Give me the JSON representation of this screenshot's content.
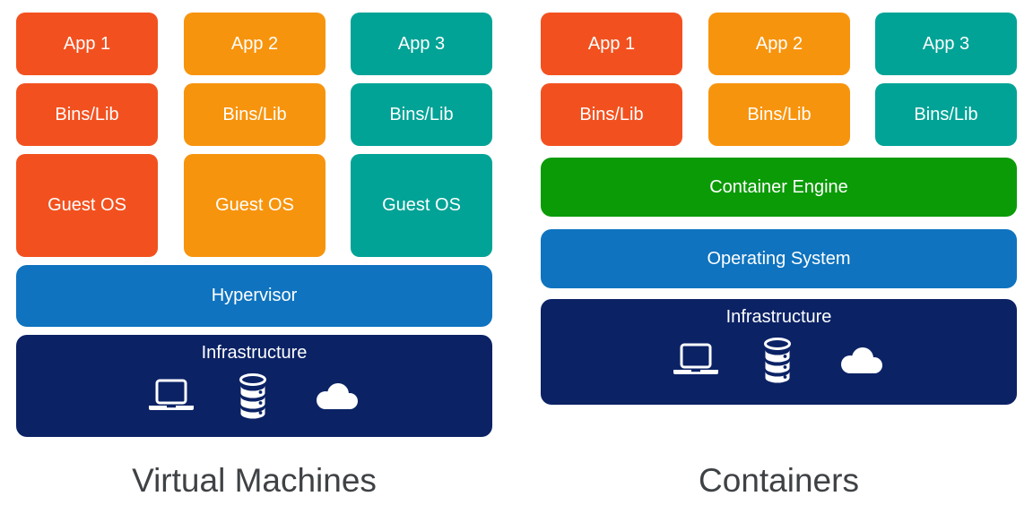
{
  "palette": {
    "red_orange": "#F2511F",
    "orange": "#F7940D",
    "teal": "#00A396",
    "blue": "#0F73BF",
    "navy": "#0B2265",
    "green": "#0B9B07",
    "box_text": "#FFFFFF",
    "caption_text": "#3F4245",
    "background": "#FFFFFF"
  },
  "vm_stack": {
    "caption": "Virtual Machines",
    "columns": [
      {
        "app": "App 1",
        "bins": "Bins/Lib",
        "guest_os": "Guest OS",
        "color": "#F2511F"
      },
      {
        "app": "App 2",
        "bins": "Bins/Lib",
        "guest_os": "Guest OS",
        "color": "#F7940D"
      },
      {
        "app": "App 3",
        "bins": "Bins/Lib",
        "guest_os": "Guest OS",
        "color": "#00A396"
      }
    ],
    "hypervisor_label": "Hypervisor",
    "infrastructure_label": "Infrastructure",
    "infrastructure_icons": [
      "laptop-icon",
      "database-icon",
      "cloud-icon"
    ]
  },
  "container_stack": {
    "caption": "Containers",
    "columns": [
      {
        "app": "App 1",
        "bins": "Bins/Lib",
        "color": "#F2511F"
      },
      {
        "app": "App 2",
        "bins": "Bins/Lib",
        "color": "#F7940D"
      },
      {
        "app": "App 3",
        "bins": "Bins/Lib",
        "color": "#00A396"
      }
    ],
    "container_engine_label": "Container Engine",
    "operating_system_label": "Operating System",
    "infrastructure_label": "Infrastructure",
    "infrastructure_icons": [
      "laptop-icon",
      "database-icon",
      "cloud-icon"
    ]
  }
}
